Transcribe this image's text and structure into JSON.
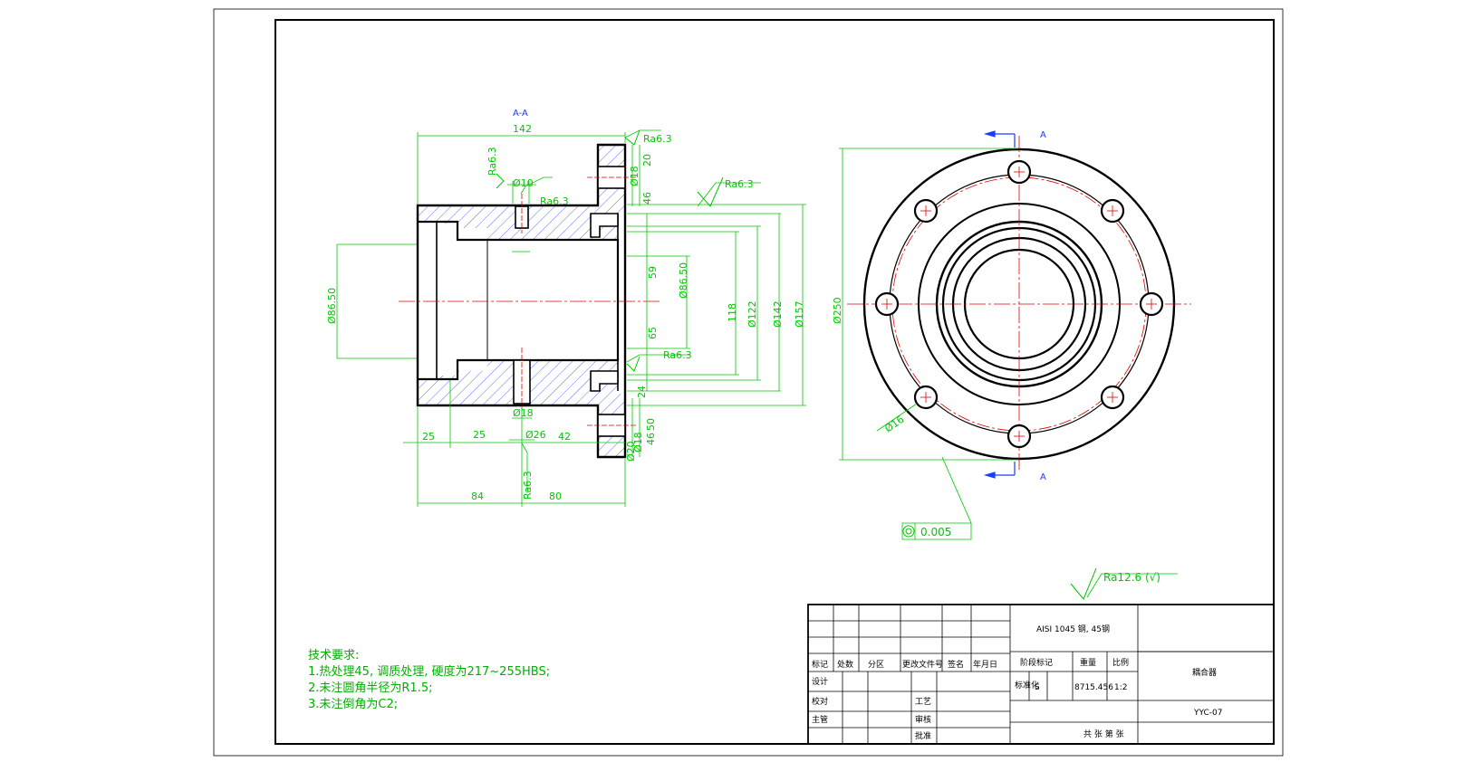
{
  "section_label": "A-A",
  "cut_plane_label": "A",
  "tech_notes": {
    "title": "技术要求:",
    "line1": "1.热处理45, 调质处理, 硬度为217~255HBS;",
    "line2": "2.未注圆角半径为R1.5;",
    "line3": "3.未注倒角为C2;"
  },
  "dims": {
    "d142_top": "142",
    "ra63_a": "Ra6.3",
    "d10": "Ø10",
    "ra_mid": "Ra6.3",
    "ra63_b": "Ra6.3",
    "d18_top": "Ø18",
    "d20": "20",
    "d46_top": "46",
    "ra63_c": "Ra6.3",
    "d59": "59",
    "d8650_right": "Ø86.50",
    "d118": "118",
    "d122": "Ø122",
    "d142_right": "Ø142",
    "d157": "Ø157",
    "d65": "65",
    "ra63_d": "Ra6.3",
    "d8650_left": "Ø86.50",
    "d18_bot": "Ø18",
    "d46_bot": "46",
    "d50": "50",
    "d18_low": "Ø18",
    "d24": "24",
    "d20b": "Ø20",
    "d25a": "25",
    "d25b": "25",
    "d26": "Ø26",
    "d42": "42",
    "ra63_e": "Ra6.3",
    "d84": "84",
    "d80": "80",
    "d250": "Ø250",
    "d16": "Ø16",
    "tolerance": "0.005",
    "roughness_general": "Ra12.6 (√)"
  },
  "title_block": {
    "material": "AISI 1045 钢, 45钢",
    "col_mark": "标记",
    "col_count": "处数",
    "col_zone": "分区",
    "col_docno": "更改文件号",
    "col_sign": "签名",
    "col_date": "年月日",
    "stage_mark": "阶段标记",
    "weight": "重量",
    "scale": "比例",
    "part_name": "耦合器",
    "design": "设计",
    "standardize": "标准化",
    "proofread": "校对",
    "process": "工艺",
    "chief": "主管",
    "review": "审核",
    "approve": "批准",
    "stage_s": "S",
    "weight_val": "8715.456",
    "scale_val": "1:2",
    "drawing_no": "YYC-07",
    "sheet": "共 张 第 张"
  }
}
